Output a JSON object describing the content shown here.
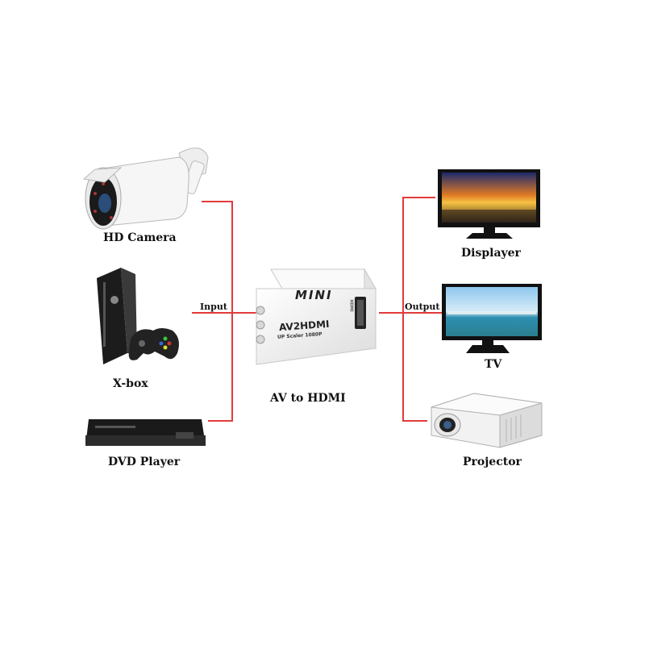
{
  "labels": {
    "hd_camera": "HD Camera",
    "xbox": "X-box",
    "dvd_player": "DVD Player",
    "displayer": "Displayer",
    "tv": "TV",
    "projector": "Projector",
    "input": "Input",
    "output": "Output",
    "converter": "AV to HDMI"
  },
  "device_print": {
    "mini": "MINI",
    "model": "AV2HDMI",
    "subtitle": "UP Scaler 1080P",
    "port": "HDMI"
  },
  "colors": {
    "connector": "#e23b3b",
    "device_white": "#f3f3f3",
    "device_dark": "#1c1c1c",
    "lens_blue": "#2a4d7a"
  }
}
